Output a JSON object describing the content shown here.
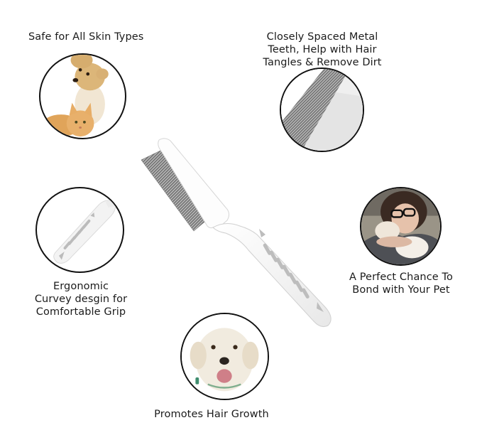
{
  "features": [
    {
      "id": "skin",
      "caption_lines": [
        "Safe for All Skin Types"
      ],
      "image": "dog-and-cat-photo"
    },
    {
      "id": "teeth",
      "caption_lines": [
        "Closely Spaced Metal",
        "Teeth, Help with Hair",
        "Tangles & Remove Dirt"
      ],
      "image": "metal-teeth-closeup"
    },
    {
      "id": "grip",
      "caption_lines": [
        "Ergonomic",
        "Curvey desgin for",
        "Comfortable Grip"
      ],
      "image": "comb-handle-closeup"
    },
    {
      "id": "bond",
      "caption_lines": [
        "A Perfect Chance To",
        "Bond with Your Pet"
      ],
      "image": "woman-hugging-dog-photo"
    },
    {
      "id": "growth",
      "caption_lines": [
        "Promotes Hair Growth"
      ],
      "image": "white-puppy-photo"
    }
  ],
  "product": {
    "name": "pet-flea-comb",
    "colors": {
      "handle": "#ffffff",
      "teeth": "#8a8a8a",
      "outline": "#111111"
    }
  }
}
